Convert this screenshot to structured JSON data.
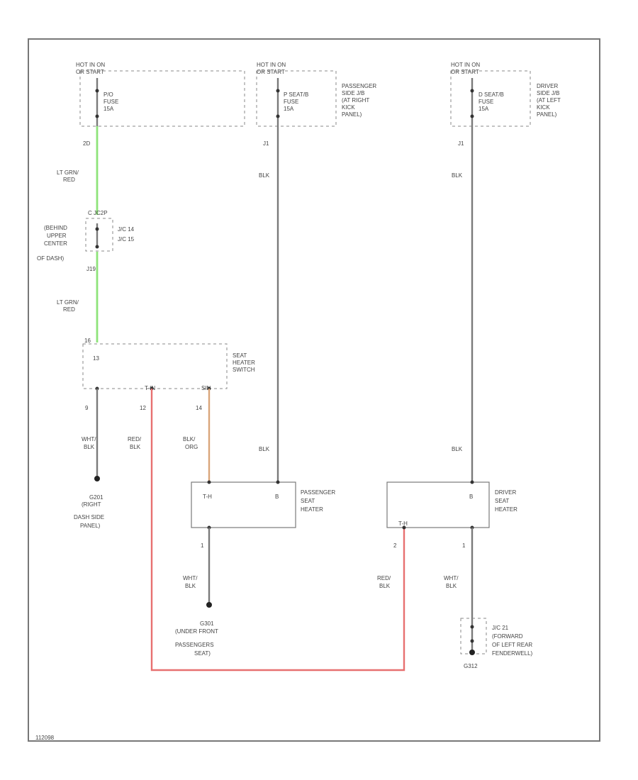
{
  "hot_labels": {
    "left": [
      "HOT IN ON",
      "OR START"
    ],
    "mid": [
      "HOT IN ON",
      "OR START"
    ],
    "right": [
      "HOT IN ON",
      "OR START"
    ]
  },
  "fuses": {
    "left": [
      "P/O",
      "FUSE",
      "15A"
    ],
    "mid": [
      "P SEAT/B",
      "FUSE",
      "15A"
    ],
    "right": [
      "D SEAT/B",
      "FUSE",
      "15A"
    ]
  },
  "junction_blocks": {
    "mid": [
      "PASSENGER",
      "SIDE J/B",
      "(AT RIGHT",
      "KICK",
      "PANEL)"
    ],
    "right": [
      "DRIVER",
      "SIDE J/B",
      "(AT LEFT",
      "KICK",
      "PANEL)"
    ]
  },
  "pins": {
    "top_left": "2D",
    "top_mid": "J1",
    "top_right": "J1",
    "jc_top": "C JC2P",
    "jc_bottom": "J19",
    "sw_in": "16",
    "sw_in2": "13",
    "sw_out_gnd": "9",
    "sw_out_tn": "12",
    "sw_out_ts": "14",
    "pass_pin": "1",
    "drv_pin2": "2",
    "drv_pin1": "1"
  },
  "wire_colors": {
    "ltgrn_red_1": [
      "LT GRN/",
      "RED"
    ],
    "ltgrn_red_2": [
      "LT GRN/",
      "RED"
    ],
    "blk_mid_top": "BLK",
    "blk_right_top": "BLK",
    "wht_blk_sw": [
      "WHT/",
      "BLK"
    ],
    "red_blk_sw": [
      "RED/",
      "BLK"
    ],
    "blk_org": [
      "BLK/",
      "ORG"
    ],
    "blk_mid_low": "BLK",
    "blk_right_low": "BLK",
    "wht_blk_pass": [
      "WHT/",
      "BLK"
    ],
    "red_blk_drv": [
      "RED/",
      "BLK"
    ],
    "wht_blk_drv": [
      "WHT/",
      "BLK"
    ]
  },
  "junction_connector": {
    "location": [
      "(BEHIND",
      "UPPER",
      "CENTER",
      "OF DASH)"
    ],
    "names": [
      "J/C 14",
      "J/C 15"
    ]
  },
  "seat_heater_switch": {
    "label": [
      "SEAT",
      "HEATER",
      "SWITCH"
    ],
    "terminals": [
      "T-IN",
      "SIN"
    ]
  },
  "passenger_heater": {
    "label": [
      "PASSENGER",
      "SEAT",
      "HEATER"
    ],
    "terminals": [
      "T-H",
      "B"
    ]
  },
  "driver_heater": {
    "label": [
      "DRIVER",
      "SEAT",
      "HEATER"
    ],
    "terminals": [
      "B",
      "T-H"
    ]
  },
  "grounds": {
    "left": [
      "G201",
      "(RIGHT",
      "DASH SIDE",
      "PANEL)"
    ],
    "mid": [
      "G301",
      "(UNDER FRONT",
      "PASSENGERS",
      "SEAT)"
    ],
    "right_jc": [
      "J/C 21",
      "(FORWARD",
      "OF LEFT REAR",
      "FENDERWELL)"
    ],
    "right_code": "G312"
  },
  "figure_id": "112098",
  "colors": {
    "lt_grn_red": "#8ee37a",
    "red_blk": "#e77070",
    "blk_org": "#d9a57a",
    "wire": "#7a7a7a"
  }
}
